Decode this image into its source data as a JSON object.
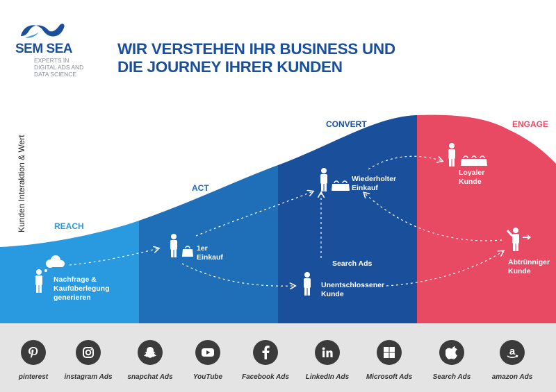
{
  "brand": {
    "name": "SEM SEA",
    "tagline_lines": [
      "EXPERTS IN",
      "DIGITAL ADS AND",
      "DATA SCIENCE"
    ]
  },
  "headline_lines": [
    "WIR VERSTEHEN IHR BUSINESS UND",
    "DIE JOURNEY IHRER KUNDEN"
  ],
  "y_axis_label": "Kunden Interaktion & Wert",
  "stages": [
    {
      "name": "REACH",
      "color": "#2a9ae0"
    },
    {
      "name": "ACT",
      "color": "#1f6fb8"
    },
    {
      "name": "CONVERT",
      "color": "#1a4f9c"
    },
    {
      "name": "ENGAGE",
      "color": "#e84a64"
    }
  ],
  "nodes": {
    "nachfrage": [
      "Nachfrage &",
      "Kaufüberlegung",
      "generieren"
    ],
    "erster_einkauf": [
      "1er",
      "Einkauf"
    ],
    "unentschlossener": [
      "Unentschlossener",
      "Kunde"
    ],
    "search_ads": "Search Ads",
    "wiederholter": [
      "Wiederholter",
      "Einkauf"
    ],
    "loyaler": [
      "Loyaler",
      "Kunde"
    ],
    "abtruenniger": [
      "Abtrünniger",
      "Kunde"
    ]
  },
  "ad_platforms": [
    {
      "label": "pinterest",
      "icon": "pinterest-icon"
    },
    {
      "label": "instagram Ads",
      "icon": "instagram-icon"
    },
    {
      "label": "snapchat Ads",
      "icon": "snapchat-icon"
    },
    {
      "label": "YouTube",
      "icon": "youtube-icon"
    },
    {
      "label": "Facebook Ads",
      "icon": "facebook-icon"
    },
    {
      "label": "LinkedIn Ads",
      "icon": "linkedin-icon"
    },
    {
      "label": "Microsoft Ads",
      "icon": "microsoft-icon"
    },
    {
      "label": "Search Ads",
      "icon": "apple-icon"
    },
    {
      "label": "amazon Ads",
      "icon": "amazon-icon"
    }
  ]
}
